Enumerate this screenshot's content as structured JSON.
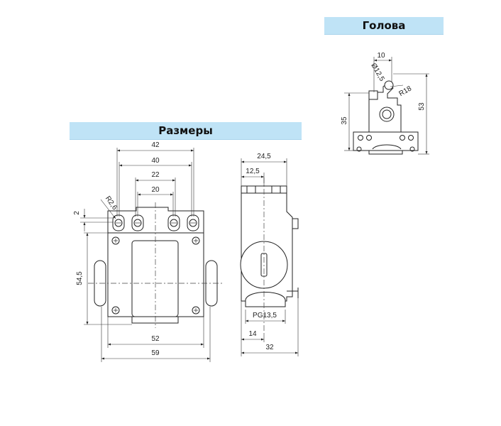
{
  "banners": {
    "head": "Голова",
    "dimensions": "Размеры"
  },
  "front_view": {
    "dim_42": "42",
    "dim_40": "40",
    "dim_22": "22",
    "dim_20": "20",
    "dim_r26": "R2,6",
    "dim_2": "2",
    "dim_545": "54,5",
    "dim_52": "52",
    "dim_59": "59"
  },
  "side_view": {
    "dim_245": "24,5",
    "dim_125": "12,5",
    "dim_pg": "PG13,5",
    "dim_14": "14",
    "dim_32": "32"
  },
  "head_view": {
    "dim_10": "10",
    "dim_d125": "Ø12,5",
    "dim_r18": "R18",
    "dim_35": "35",
    "dim_53": "53"
  }
}
